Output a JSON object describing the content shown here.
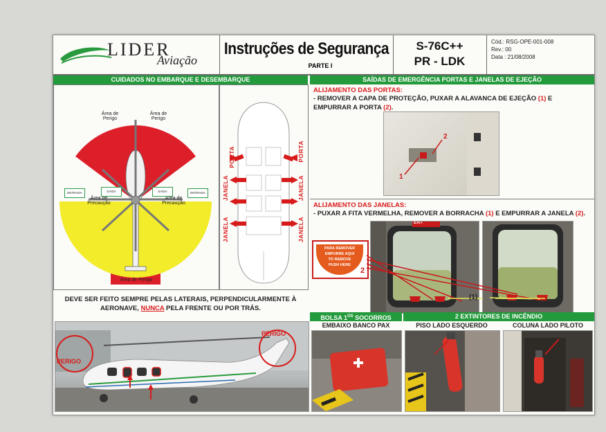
{
  "header": {
    "logo_main": "LIDER",
    "logo_sub": "Aviação",
    "title": "Instruções de Segurança",
    "part": "PARTE I",
    "model": "S-76C++",
    "registration": "PR - LDK",
    "code": "Cód.: RSG-OPE-001-008",
    "revision": "Rev.: 00",
    "date": "Data : 21/08/2008"
  },
  "left": {
    "bar_title": "CUIDADOS NO EMBARQUE E DESEMBARQUE",
    "diagram": {
      "danger_top_left": "Área de Perigo",
      "danger_top_right": "Área de Perigo",
      "caution_left": "Área de Precaução",
      "caution_right": "Área de Precaução",
      "danger_bottom": "Área de Perigo",
      "entrada": "ENTRADA",
      "saida": "SAÍDA"
    },
    "cabin_labels": [
      "JANELA",
      "JANELA",
      "PORTA",
      "JANELA",
      "JANELA",
      "PORTA"
    ],
    "warning_before": "DEVE SER FEITO SEMPRE PELAS LATERAIS, PERPENDICULARMENTE À AERONAVE, ",
    "warning_never": "NUNCA",
    "warning_after": " PELA FRENTE OU POR TRÁS.",
    "photo_labels": [
      "PERIGO",
      "PERIGO"
    ]
  },
  "right": {
    "bar_title": "SAÍDAS DE EMERGÊNCIA PORTAS E JANELAS DE EJEÇÃO",
    "doors_title": "ALIJAMENTO DAS PORTAS:",
    "doors_text_a": "- REMOVER A CAPA DE PROTEÇÃO, PUXAR A ALAVANCA DE EJEÇÃO ",
    "doors_num1": "(1)",
    "doors_text_b": " E EMPURRAR A PORTA ",
    "doors_num2": "(2)",
    "doors_text_c": ".",
    "windows_title": "ALIJAMENTO DAS JANELAS:",
    "windows_text_a": "- PUXAR A FITA VERMELHA, REMOVER A BORRACHA ",
    "windows_num1": "(1)",
    "windows_text_b": " E EMPURRAR A JANELA ",
    "windows_num2": "(2)",
    "windows_text_c": ".",
    "photo_marks": [
      "1",
      "2",
      "2",
      "(1)"
    ],
    "sticker": [
      "PARA REMOVER",
      "EMPURRE AQUI",
      "TO REMOVE",
      "PUSH HERE"
    ],
    "exit_sign": "EXIT"
  },
  "bottom": {
    "first_aid_bar": "BOLSA 1",
    "first_aid_sup": "OS",
    "first_aid_rest": " SOCORROS",
    "extinguisher_bar": "2 EXTINTORES DE INCÊNDIO",
    "cap_seat": "EMBAIXO BANCO PAX",
    "cap_floor": "PISO LADO ESQUERDO",
    "cap_column": "COLUNA LADO PILOTO"
  }
}
